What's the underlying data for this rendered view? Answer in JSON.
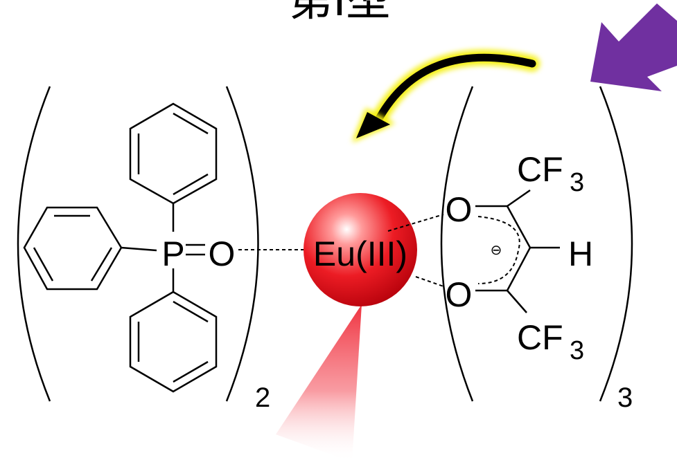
{
  "title": "第I型",
  "atoms": {
    "phosphorus": "P",
    "oxygen": "O",
    "hydrogen": "H",
    "center": "Eu(III)",
    "cf3": "CF",
    "cf3_sub": "3",
    "charge": "⊖"
  },
  "subscripts": {
    "ligand_a": "2",
    "ligand_b": "3"
  },
  "colors": {
    "metal_center": "#e8151b",
    "emission_beam": "#f24a55",
    "curved_arrow": "#000000",
    "arrow_glow": "#f5f00f",
    "input_arrow": "#7030a0"
  },
  "icons": {
    "energy_transfer": "curved-arrow-icon",
    "excitation": "arrow-down-left-icon"
  }
}
